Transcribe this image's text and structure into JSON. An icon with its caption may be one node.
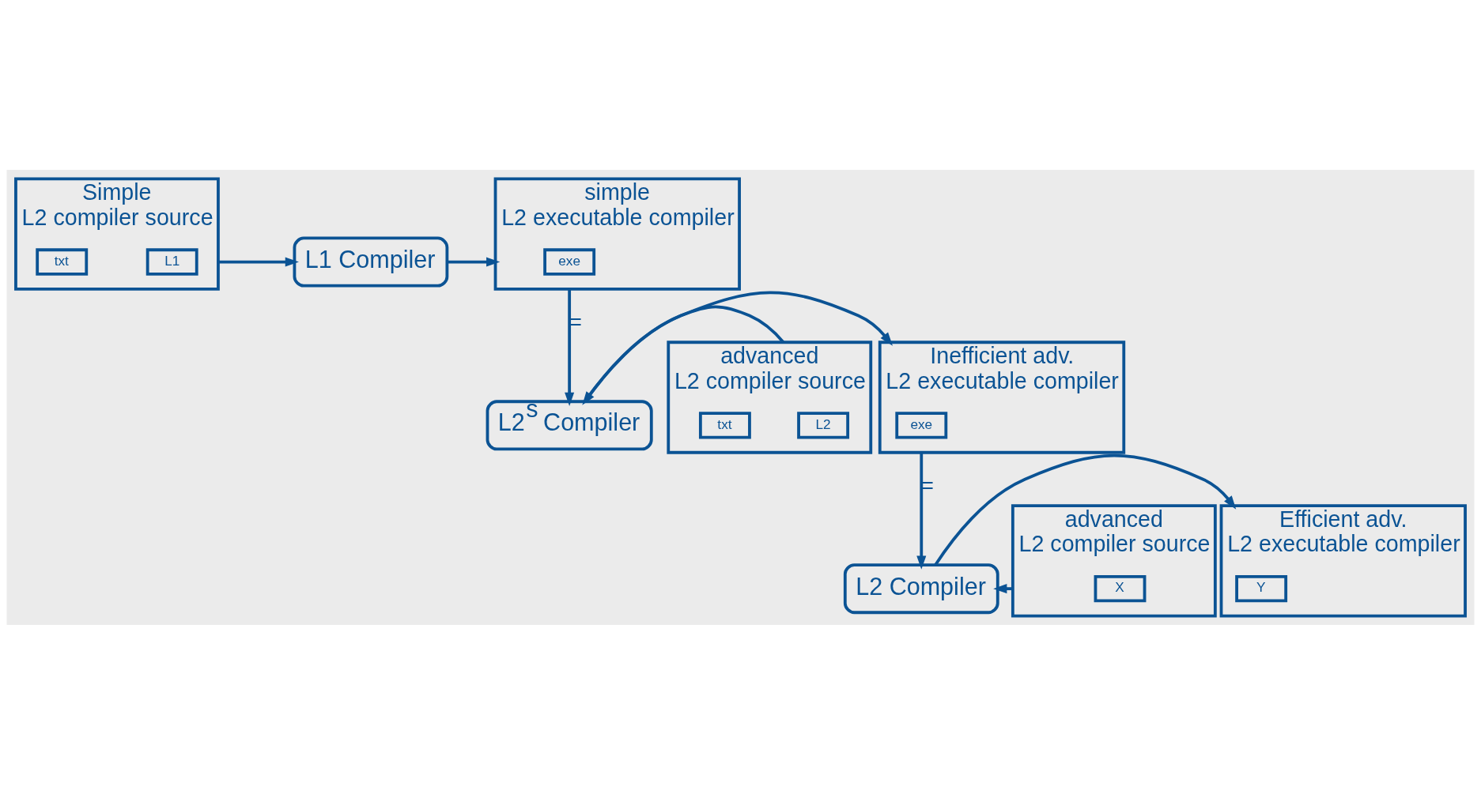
{
  "diagram": {
    "nodes": [
      {
        "text": [
          "Simple",
          "L2 compiler source"
        ]
      },
      {
        "text": [
          "L1"
        ],
        "in": 0
      },
      {
        "text": [
          "txt"
        ],
        "in": 0
      },
      {
        "text": [
          "L1 Compiler"
        ]
      },
      {
        "text": [
          "simple",
          "L2 executable compiler"
        ]
      },
      {
        "text": [
          "exe"
        ],
        "in": 4
      },
      {
        "text": [
          "advanced",
          "L2 compiler source"
        ]
      },
      {
        "text": [
          "L2"
        ],
        "in": 6
      },
      {
        "text": [
          "txt"
        ],
        "in": 6
      },
      {
        "text": [
          "L2$^{s}$ Compiler"
        ]
      },
      {
        "text": [
          "Inefficient adv.",
          "L2 executable compiler"
        ]
      },
      {
        "text": [
          "exe"
        ],
        "in": 10
      },
      {
        "text": [
          "advanced",
          "L2 compiler source"
        ]
      },
      {
        "text": [
          "X"
        ],
        "in": 12
      },
      {
        "text": [
          "L2 Compiler"
        ]
      },
      {
        "text": [
          "Efficient adv.",
          "L2 executable compiler"
        ]
      },
      {
        "text": [
          "Y"
        ],
        "in": 15
      }
    ],
    "edges": [
      {
        "from": 0,
        "to": 3,
        "arrow": "to"
      },
      {
        "from": 3,
        "to": 4,
        "arrow": "to"
      },
      {
        "from": 4,
        "to": 9,
        "arrow": "to",
        "label": "="
      },
      {
        "from": 6,
        "to": 9,
        "arrow": "to"
      },
      {
        "from": 9,
        "to": 10,
        "arrow": "to"
      },
      {
        "from": 10,
        "to": 14,
        "arrow": "to",
        "label": "="
      },
      {
        "from": 12,
        "to": 14,
        "arrow": "to"
      },
      {
        "from": 14,
        "to": 15,
        "arrow": "to"
      }
    ]
  }
}
